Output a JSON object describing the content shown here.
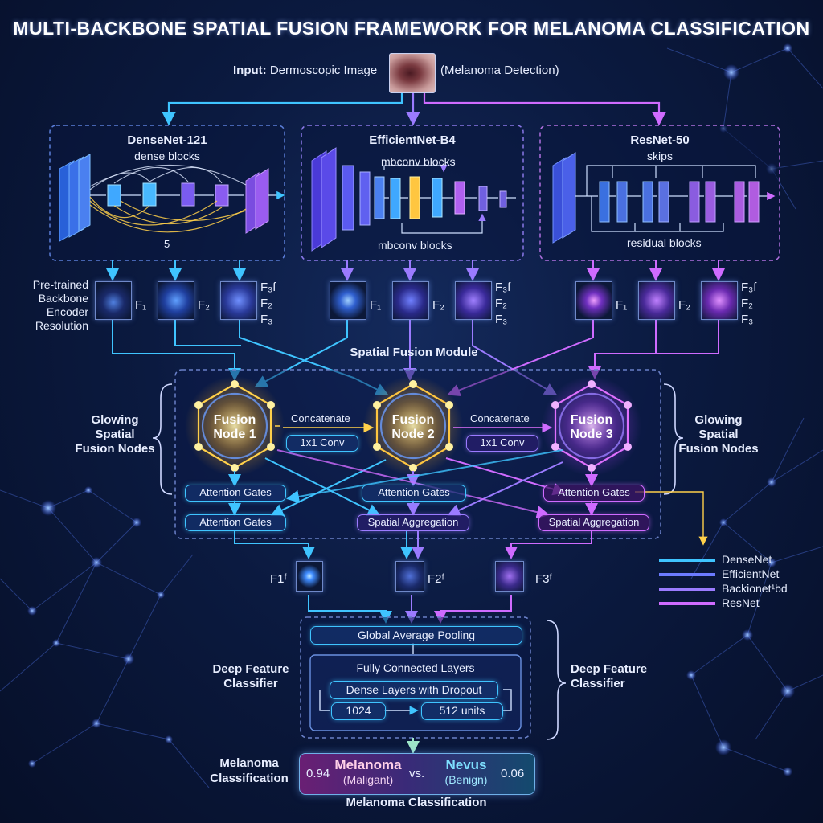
{
  "title": "MULTI-BACKBONE SPATIAL FUSION FRAMEWORK FOR MELANOMA CLASSIFICATION",
  "input": {
    "label_bold": "Input:",
    "label": "Dermoscopic Image",
    "note": "(Melanoma Detection)"
  },
  "backbones": [
    {
      "name": "DenseNet-121",
      "sub_top": "dense blocks",
      "sub_bottom": "5",
      "color": "#3fc4ff"
    },
    {
      "name": "EfficientNet-B4",
      "sub_top": "mbconv blocks",
      "sub_bottom": "mbconv blocks",
      "color": "#9b7bff"
    },
    {
      "name": "ResNet-50",
      "sub_top": "skips",
      "sub_bottom": "residual blocks",
      "color": "#cf6bff"
    }
  ],
  "encoder_label": [
    "Pre-trained",
    "Backbone",
    "Encoder",
    "Resolution"
  ],
  "feature_labels": {
    "f1": "F₁",
    "f2": "F₂",
    "f3_stack": [
      "F₃f",
      "F₂",
      "F₃"
    ]
  },
  "fusion": {
    "module_title": "Spatial Fusion Module",
    "side_label": [
      "Glowing",
      "Spatial",
      "Fusion Nodes"
    ],
    "nodes": [
      {
        "line1": "Fusion",
        "line2": "Node 1",
        "color": "#ffd04a"
      },
      {
        "line1": "Fusion",
        "line2": "Node 2",
        "color": "#ffc640"
      },
      {
        "line1": "Fusion",
        "line2": "Node 3",
        "color": "#e070ff"
      }
    ],
    "concat_label": "Concatenate",
    "conv_label": "1x1 Conv",
    "attention_label": "Attention Gates",
    "aggregation_label": "Spatial Aggregation"
  },
  "fused_features": [
    "F1ᶠ",
    "F2ᶠ",
    "F3ᶠ"
  ],
  "legend": [
    {
      "label": "DenseNet",
      "color": "#3fc4ff"
    },
    {
      "label": "EfficientNet",
      "color": "#6c7bff"
    },
    {
      "label": "Backionet¹bd",
      "color": "#9b7bff"
    },
    {
      "label": "ResNet",
      "color": "#cf6bff"
    }
  ],
  "classifier": {
    "side_label": [
      "Deep Feature",
      "Classifier"
    ],
    "gap": "Global Average Pooling",
    "fc": "Fully Connected Layers",
    "dense": "Dense Layers with Dropout",
    "units_a": "1024",
    "units_b": "512 units"
  },
  "result": {
    "side_label": [
      "Melanoma",
      "Classification"
    ],
    "melanoma_score": "0.94",
    "melanoma_label": "Melanoma",
    "melanoma_sub": "(Maligant)",
    "vs": "vs.",
    "nevus_label": "Nevus",
    "nevus_sub": "(Benign)",
    "nevus_score": "0.06",
    "footer": "Melanoma Classification"
  },
  "colors": {
    "cyan": "#3fc4ff",
    "violet": "#9b7bff",
    "magenta": "#cf6bff",
    "gold": "#ffd04a",
    "bg": "#0b1a40"
  }
}
